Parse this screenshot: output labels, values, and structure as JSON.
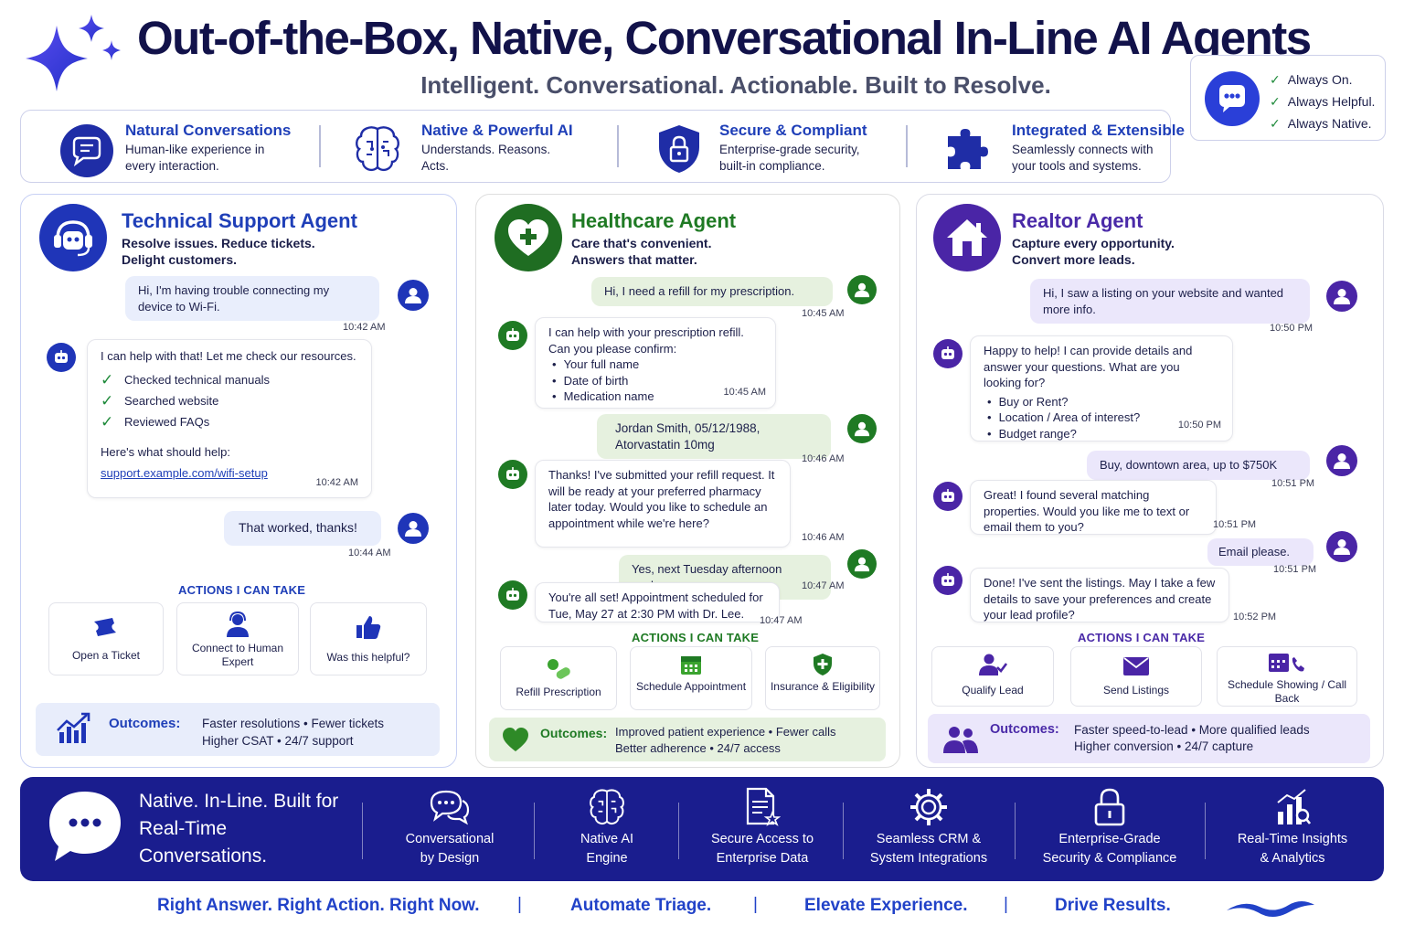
{
  "header": {
    "title": "Out-of-the-Box, Native, Conversational In-Line AI Agents",
    "subtitle": "Intelligent. Conversational. Actionable. Built to Resolve."
  },
  "always": {
    "items": [
      "Always On.",
      "Always Helpful.",
      "Always Native."
    ]
  },
  "features": [
    {
      "title": "Natural Conversations",
      "desc": "Human-like experience in every interaction.",
      "icon": "chat-bubble-icon"
    },
    {
      "title": "Native & Powerful AI",
      "desc": "Understands. Reasons. Acts.",
      "icon": "brain-icon"
    },
    {
      "title": "Secure & Compliant",
      "desc": "Enterprise-grade security, built-in compliance.",
      "icon": "shield-lock-icon"
    },
    {
      "title": "Integrated & Extensible",
      "desc": "Seamlessly connects with your tools and systems.",
      "icon": "puzzle-icon"
    }
  ],
  "tech": {
    "title": "Technical Support Agent",
    "subtitle": "Resolve issues. Reduce tickets. Delight customers.",
    "m1": "Hi, I'm having trouble connecting my device to Wi-Fi.",
    "t1": "10:42 AM",
    "m2_intro": "I can help with that! Let me check our resources.",
    "m2_checks": [
      "Checked technical manuals",
      "Searched website",
      "Reviewed FAQs"
    ],
    "m2_help": "Here's what should help:",
    "m2_link": "support.example.com/wifi-setup",
    "t2": "10:42 AM",
    "m3": "That worked, thanks!",
    "t3": "10:44 AM",
    "actions_label": "ACTIONS I CAN TAKE",
    "actions": [
      "Open a Ticket",
      "Connect to Human Expert",
      "Was this helpful?"
    ],
    "outcomes_label": "Outcomes:",
    "outcomes_l1": "Faster resolutions  •  Fewer tickets",
    "outcomes_l2": "Higher CSAT  •  24/7 support"
  },
  "health": {
    "title": "Healthcare Agent",
    "subtitle": "Care that's convenient. Answers that matter.",
    "m1": "Hi, I need a refill for my prescription.",
    "t1": "10:45 AM",
    "m2_intro": "I can help with your prescription refill. Can you please confirm:",
    "m2_items": [
      "Your full name",
      "Date of birth",
      "Medication name"
    ],
    "t2": "10:45 AM",
    "m3": "Jordan Smith, 05/12/1988, Atorvastatin 10mg",
    "t3": "10:46 AM",
    "m4": "Thanks! I've submitted your refill request. It will be ready at your preferred pharmacy later today. Would you like to schedule an appointment while we're here?",
    "t4": "10:46 AM",
    "m5": "Yes, next Tuesday afternoon works.",
    "t5": "10:47 AM",
    "m6": "You're all set! Appointment scheduled for Tue, May 27 at 2:30 PM with Dr. Lee.",
    "t6": "10:47 AM",
    "actions_label": "ACTIONS I CAN TAKE",
    "actions": [
      "Refill Prescription",
      "Schedule Appointment",
      "Insurance & Eligibility"
    ],
    "outcomes_label": "Outcomes:",
    "outcomes_l1": "Improved patient experience  •  Fewer calls",
    "outcomes_l2": "Better adherence  •  24/7 access"
  },
  "realtor": {
    "title": "Realtor Agent",
    "subtitle": "Capture every opportunity. Convert more leads.",
    "m1": "Hi, I saw a listing on your website and wanted more info.",
    "t1": "10:50 PM",
    "m2_intro": "Happy to help! I can provide details and answer your questions. What are you looking for?",
    "m2_items": [
      "Buy or Rent?",
      "Location / Area of interest?",
      "Budget range?"
    ],
    "t2": "10:50 PM",
    "m3": "Buy, downtown area, up to $750K",
    "t3": "10:51 PM",
    "m4": "Great! I found several matching properties. Would you like me to text or email them to you?",
    "t4": "10:51 PM",
    "m5": "Email please.",
    "t5": "10:51 PM",
    "m6": "Done! I've sent the listings. May I take a few details to save your preferences and create your lead profile?",
    "t6": "10:52 PM",
    "actions_label": "ACTIONS I CAN TAKE",
    "actions": [
      "Qualify Lead",
      "Send Listings",
      "Schedule Showing / Call Back"
    ],
    "outcomes_label": "Outcomes:",
    "outcomes_l1": "Faster speed-to-lead  •  More qualified leads",
    "outcomes_l2": "Higher conversion  •  24/7 capture"
  },
  "bottom": {
    "title": "Native. In-Line. Built for Real-Time Conversations.",
    "items": [
      "Conversational by Design",
      "Native AI Engine",
      "Secure Access to Enterprise Data",
      "Seamless CRM & System Integrations",
      "Enterprise-Grade Security & Compliance",
      "Real-Time Insights & Analytics"
    ]
  },
  "taglines": [
    "Right Answer. Right Action.  Right Now.",
    "Automate Triage.",
    "Elevate Experience.",
    "Drive Results."
  ],
  "colors": {
    "navy": "#1a1d8e",
    "tech_accent": "#1f3fb8",
    "health_accent": "#1f7a24",
    "realtor_accent": "#4a2aa8"
  }
}
